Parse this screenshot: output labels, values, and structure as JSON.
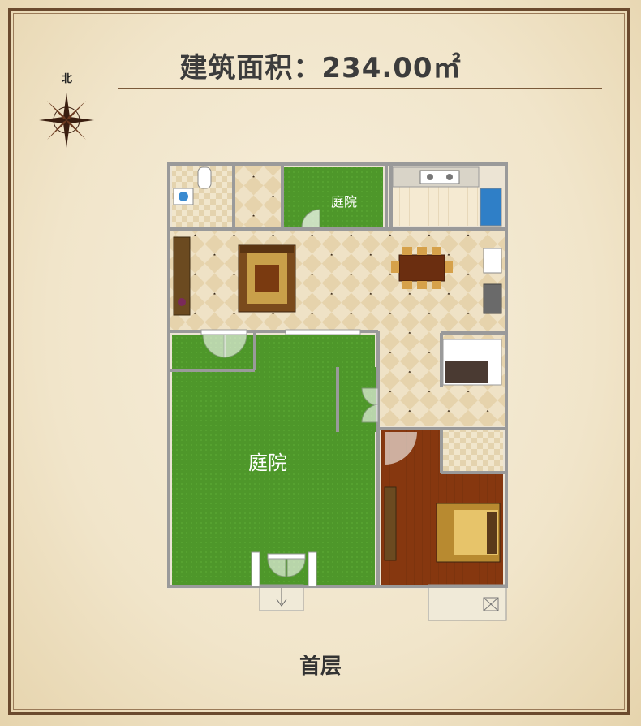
{
  "title": "建筑面积：234.00㎡",
  "north": "北",
  "floor": "首层",
  "rooms": {
    "courtyard_large": "庭院",
    "courtyard_small": "庭院"
  },
  "colors": {
    "frame": "#6b4a2e",
    "wall": "#9a9a9a",
    "lawn": "#4f9a2c",
    "wood_floor": "#8a3a14",
    "tile": "#ede0c4",
    "title_text": "#3c3c3c"
  },
  "icons": [
    "compass-rose-icon",
    "sofa-set-icon",
    "dining-table-icon",
    "bed-icon",
    "toilet-icon",
    "basin-icon",
    "stove-icon",
    "tv-cabinet-icon",
    "staircase-icon"
  ]
}
